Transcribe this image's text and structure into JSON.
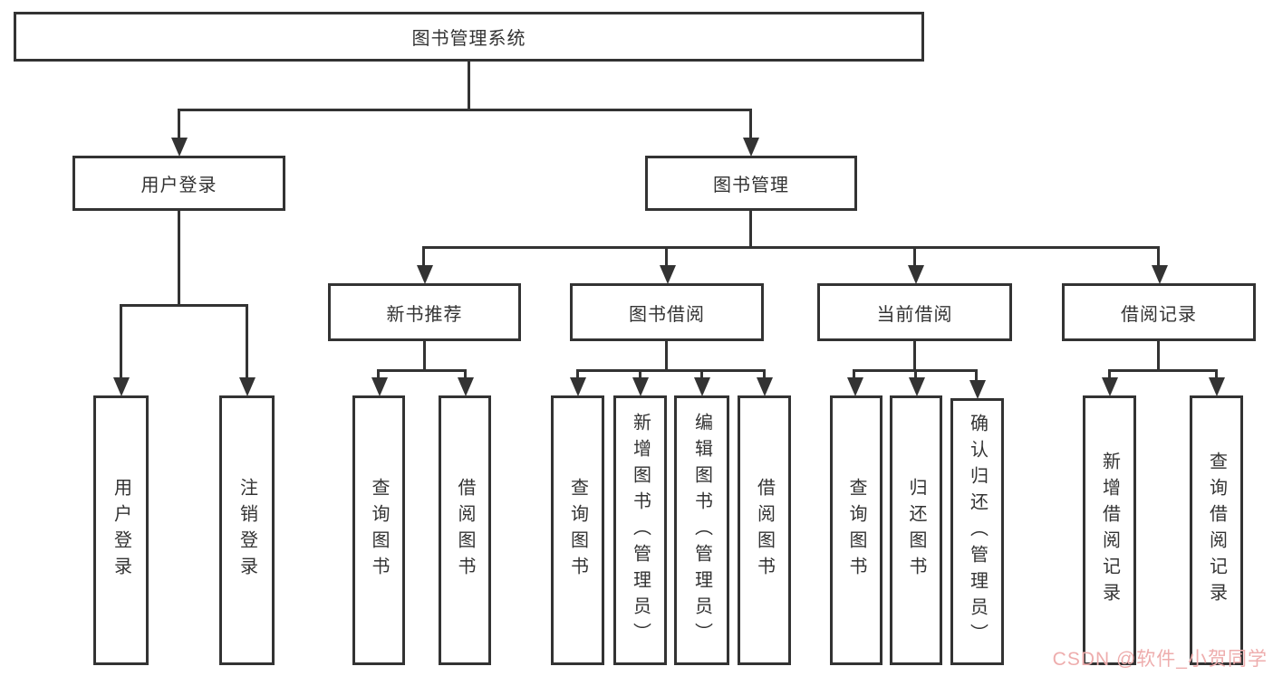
{
  "diagram": {
    "root": {
      "label": "图书管理系统"
    },
    "level1": [
      {
        "label": "用户登录"
      },
      {
        "label": "图书管理"
      }
    ],
    "level2": [
      {
        "label": "新书推荐"
      },
      {
        "label": "图书借阅"
      },
      {
        "label": "当前借阅"
      },
      {
        "label": "借阅记录"
      }
    ],
    "leaves": {
      "user_login": [
        {
          "label": "用户登录"
        },
        {
          "label": "注销登录"
        }
      ],
      "new_book": [
        {
          "label": "查询图书"
        },
        {
          "label": "借阅图书"
        }
      ],
      "book_borrowing": [
        {
          "label": "查询图书"
        },
        {
          "label": "新增图书（管理员）"
        },
        {
          "label": "编辑图书（管理员）"
        },
        {
          "label": "借阅图书"
        }
      ],
      "current_borrowing": [
        {
          "label": "查询图书"
        },
        {
          "label": "归还图书"
        },
        {
          "label": "确认归还（管理员）"
        }
      ],
      "borrow_records": [
        {
          "label": "新增借阅记录"
        },
        {
          "label": "查询借阅记录"
        }
      ]
    },
    "watermark": "CSDN @软件_小贺同学",
    "colors": {
      "line": "#333333",
      "border": "#333333",
      "text": "#333333",
      "watermark": "#eeadad",
      "background": "#ffffff"
    }
  }
}
